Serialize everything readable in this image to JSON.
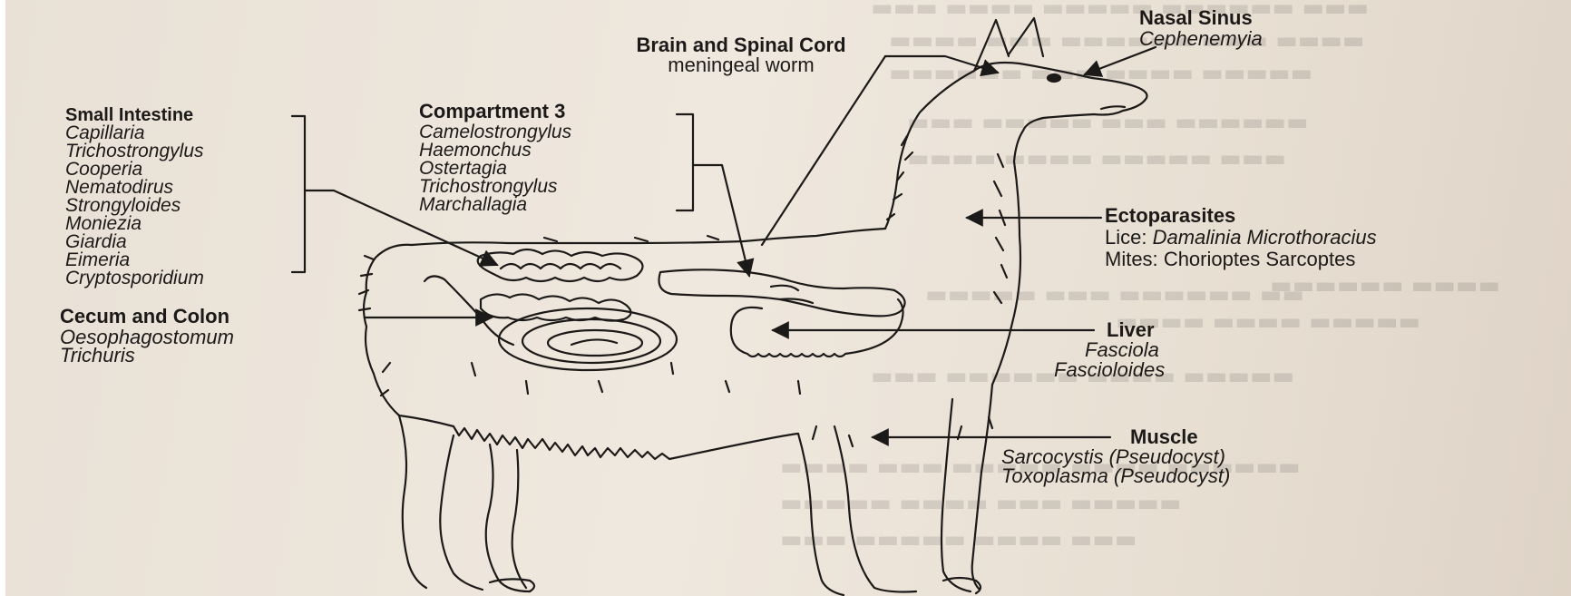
{
  "labels": {
    "nasal_sinus": {
      "title": "Nasal Sinus",
      "items": [
        "Cephenemyia"
      ]
    },
    "brain": {
      "title": "Brain and Spinal Cord",
      "items": [
        "meningeal worm"
      ]
    },
    "small_intestine": {
      "title": "Small Intestine",
      "items": [
        "Capillaria",
        "Trichostrongylus",
        "Cooperia",
        "Nematodirus",
        "Strongyloides",
        "Moniezia",
        "Giardia",
        "Eimeria",
        "Cryptosporidium"
      ]
    },
    "compartment3": {
      "title": "Compartment 3",
      "items": [
        "Camelostrongylus",
        "Haemonchus",
        "Ostertagia",
        "Trichostrongylus",
        "Marchallagia"
      ]
    },
    "cecum_colon": {
      "title": "Cecum and Colon",
      "items": [
        "Oesophagostomum",
        "Trichuris"
      ]
    },
    "ectoparasites": {
      "title": "Ectoparasites",
      "lice_prefix": "Lice:",
      "lice": "Damalinia Microthoracius",
      "mites_prefix": "Mites:",
      "mites": "Chorioptes Sarcoptes"
    },
    "liver": {
      "title": "Liver",
      "items": [
        "Fasciola",
        "Fascioloides"
      ]
    },
    "muscle": {
      "title": "Muscle",
      "items": [
        "Sarcocystis (Pseudocyst)",
        "Toxoplasma (Pseudocyst)"
      ]
    }
  },
  "colors": {
    "ink": "#1c1a18",
    "paper": "#ece4d9"
  }
}
